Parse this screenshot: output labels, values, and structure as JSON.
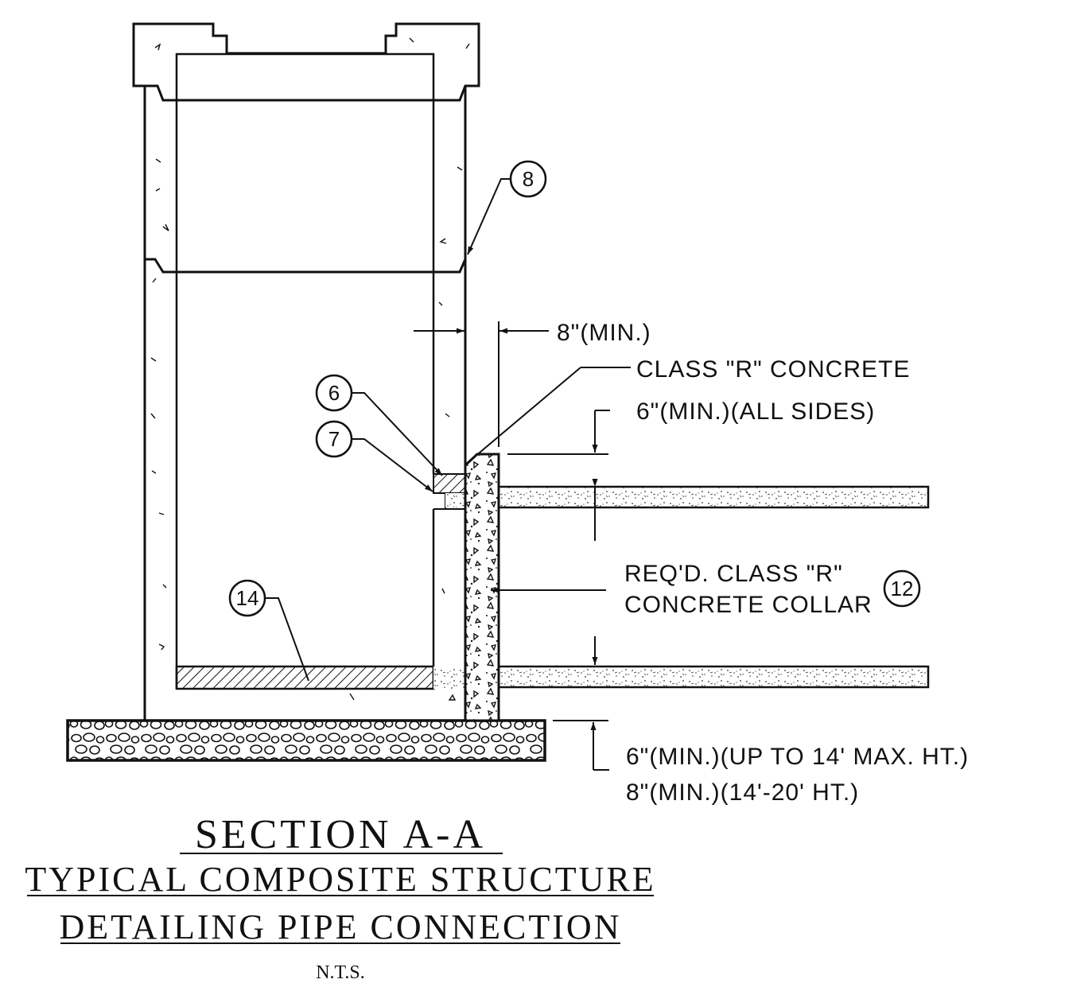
{
  "callouts": {
    "tag8": "8",
    "tag6": "6",
    "tag7": "7",
    "tag14": "14",
    "tag12": "12"
  },
  "notes": {
    "wall_min": "8\"(MIN.)",
    "class_r": "CLASS \"R\" CONCRETE",
    "all_sides": "6\"(MIN.)(ALL SIDES)",
    "collar_line1": "REQ'D. CLASS \"R\"",
    "collar_line2": "CONCRETE COLLAR",
    "base_line1": "6\"(MIN.)(UP TO 14' MAX. HT.)",
    "base_line2": "8\"(MIN.)(14'-20' HT.)"
  },
  "titles": {
    "section": "SECTION A-A",
    "line2": "TYPICAL COMPOSITE STRUCTURE",
    "line3": "DETAILING PIPE CONNECTION",
    "scale": "N.T.S."
  }
}
